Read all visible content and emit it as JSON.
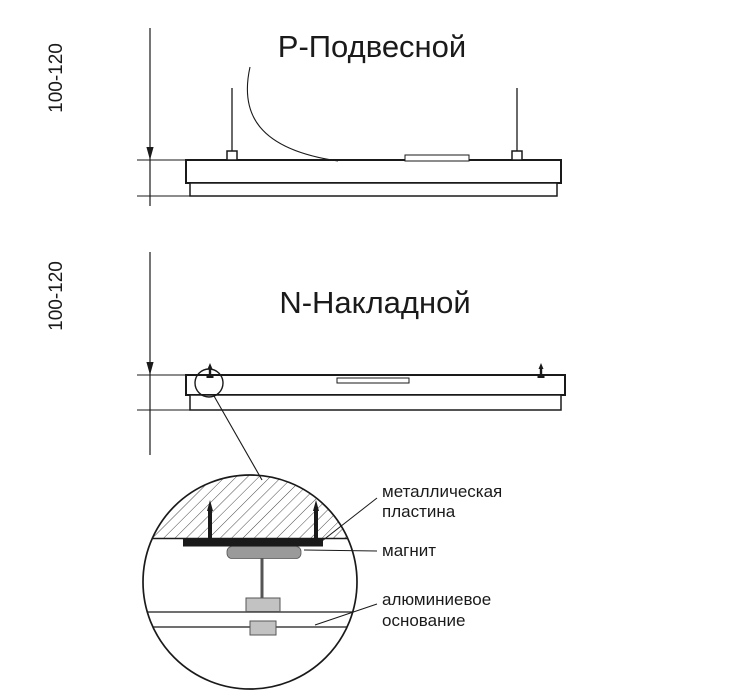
{
  "drawing_suspended": {
    "title": "Р-Подвесной",
    "dimension_label": "100-120"
  },
  "drawing_surface": {
    "title": "N-Накладной",
    "dimension_label": "100-120"
  },
  "detail_view": {
    "labels": {
      "metal_plate_line1": "металлическая",
      "metal_plate_line2": "пластина",
      "magnet": "магнит",
      "aluminum_base_line1": "алюминиевое",
      "aluminum_base_line2": "основание"
    }
  },
  "colors": {
    "ink": "#1a1a1a",
    "magnet_gray": "#9a9a9a",
    "base_gray": "#c2c2c2"
  }
}
